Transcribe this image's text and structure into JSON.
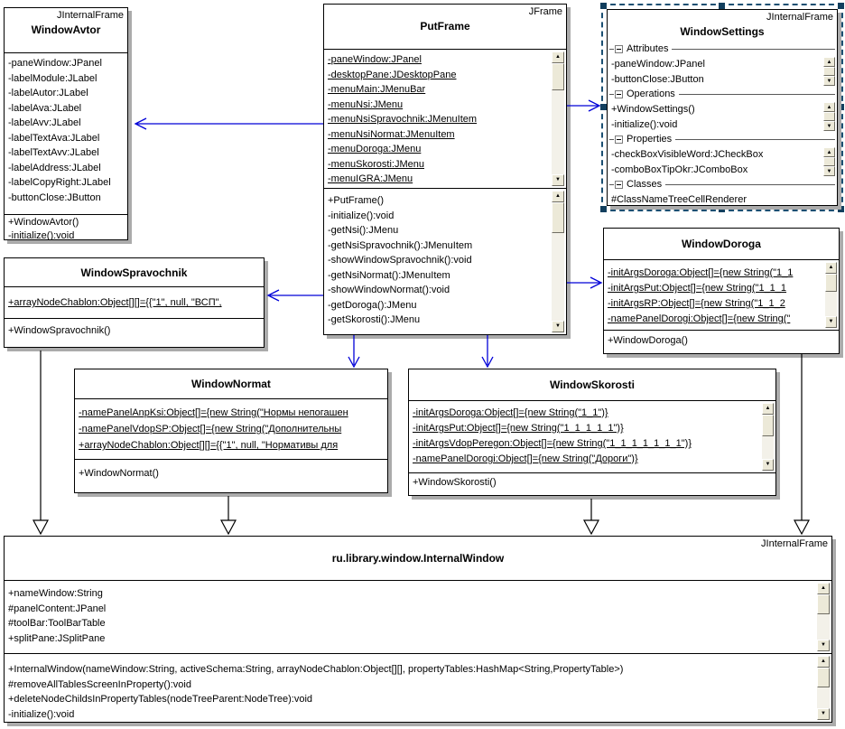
{
  "diagram": {
    "type": "uml-class-diagram",
    "colors": {
      "dependency_arrow": "#0000d8",
      "selection": "#1b4f72",
      "box_shadow": "#ababab",
      "box_border": "#000000"
    }
  },
  "icons": {
    "scroll_up": "▲",
    "scroll_down": "▼",
    "collapse": "−"
  },
  "boxes": {
    "windowAvtor": {
      "stereotype": "JInternalFrame",
      "title": "WindowAvtor",
      "attributes": [
        "-paneWindow:JPanel",
        "-labelModule:JLabel",
        "-labelAutor:JLabel",
        "-labelAva:JLabel",
        "-labelAvv:JLabel",
        "-labelTextAva:JLabel",
        "-labelTextAvv:JLabel",
        "-labelAddress:JLabel",
        "-labelCopyRight:JLabel",
        "-buttonClose:JButton"
      ],
      "methods": [
        "+WindowAvtor()",
        "-initialize():void"
      ]
    },
    "putFrame": {
      "stereotype": "JFrame",
      "title": "PutFrame",
      "attributes": [
        "-paneWindow:JPanel",
        "-desktopPane:JDesktopPane",
        "-menuMain:JMenuBar",
        "-menuNsi:JMenu",
        "-menuNsiSpravochnik:JMenuItem",
        "-menuNsiNormat:JMenuItem",
        "-menuDoroga:JMenu",
        "-menuSkorosti:JMenu",
        "-menuIGRA:JMenu"
      ],
      "methods": [
        "+PutFrame()",
        "-initialize():void",
        "-getNsi():JMenu",
        "-getNsiSpravochnik():JMenuItem",
        "-showWindowSpravochnik():void",
        "-getNsiNormat():JMenuItem",
        "-showWindowNormat():void",
        "-getDoroga():JMenu",
        "-getSkorosti():JMenu"
      ]
    },
    "windowSettings": {
      "stereotype": "JInternalFrame",
      "title": "WindowSettings",
      "groups": {
        "attributes": {
          "label": "Attributes",
          "items": [
            "-paneWindow:JPanel",
            "-buttonClose:JButton"
          ]
        },
        "operations": {
          "label": "Operations",
          "items": [
            "+WindowSettings()",
            "-initialize():void"
          ]
        },
        "properties": {
          "label": "Properties",
          "items": [
            "-checkBoxVisibleWord:JCheckBox",
            "-comboBoxTipOkr:JComboBox"
          ]
        },
        "classes": {
          "label": "Classes",
          "items": [
            "#ClassNameTreeCellRenderer"
          ]
        }
      }
    },
    "windowDoroga": {
      "title": "WindowDoroga",
      "attributes": [
        "-initArgsDoroga:Object[]={new String(\"1_1",
        "-initArgsPut:Object[]={new String(\"1_1_1",
        "-initArgsRP:Object[]={new String(\"1_1_2",
        "-namePanelDorogi:Object[]={new String(\""
      ],
      "methods": [
        "+WindowDoroga()"
      ]
    },
    "windowSpravochnik": {
      "title": "WindowSpravochnik",
      "attributes": [
        "+arrayNodeChablon:Object[][]={{\"1\", null, \"ВСП\","
      ],
      "methods": [
        "+WindowSpravochnik()"
      ]
    },
    "windowNormat": {
      "title": "WindowNormat",
      "attributes": [
        "-namePanelAnpKsi:Object[]={new String(\"Нормы непогашен",
        "-namePanelVdopSP:Object[]={new String(\"Дополнительны",
        "+arrayNodeChablon:Object[][]={{\"1\", null, \"Нормативы для"
      ],
      "methods": [
        "+WindowNormat()"
      ]
    },
    "windowSkorosti": {
      "title": "WindowSkorosti",
      "attributes": [
        "-initArgsDoroga:Object[]={new String(\"1_1\")}",
        "-initArgsPut:Object[]={new String(\"1_1_1_1_1\")}",
        "-initArgsVdopPeregon:Object[]={new String(\"1_1_1_1_1_1_1\")}",
        "-namePanelDorogi:Object[]={new String(\"Дороги\")}"
      ],
      "methods": [
        "+WindowSkorosti()"
      ]
    },
    "internalWindow": {
      "stereotype": "JInternalFrame",
      "title": "ru.library.window.InternalWindow",
      "attributes": [
        "+nameWindow:String",
        "#panelContent:JPanel",
        "#toolBar:ToolBarTable",
        "+splitPane:JSplitPane"
      ],
      "methods": [
        "+InternalWindow(nameWindow:String, activeSchema:String, arrayNodeChablon:Object[][], propertyTables:HashMap<String,PropertyTable>)",
        "#removeAllTablesScreenInProperty():void",
        "+deleteNodeChildsInPropertyTables(nodeTreeParent:NodeTree):void",
        "-initialize():void"
      ]
    }
  }
}
